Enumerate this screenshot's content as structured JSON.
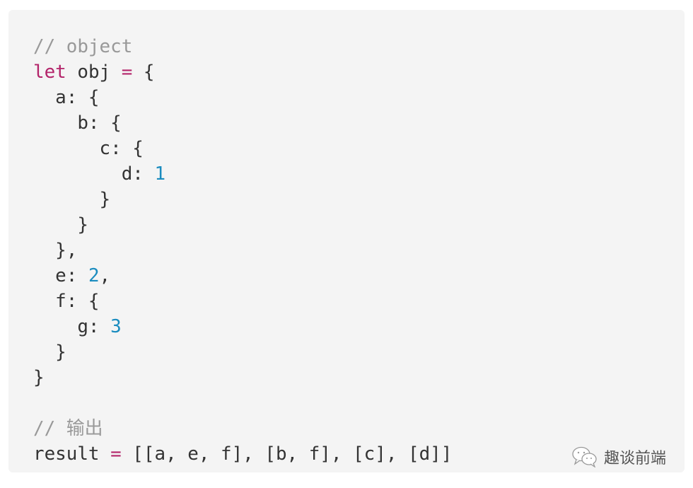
{
  "code": {
    "lines": [
      [
        {
          "t": "comment",
          "v": "// object"
        }
      ],
      [
        {
          "t": "keyword",
          "v": "let"
        },
        {
          "t": "plain",
          "v": " obj "
        },
        {
          "t": "operator",
          "v": "="
        },
        {
          "t": "plain",
          "v": " {"
        }
      ],
      [
        {
          "t": "plain",
          "v": "  a: {"
        }
      ],
      [
        {
          "t": "plain",
          "v": "    b: {"
        }
      ],
      [
        {
          "t": "plain",
          "v": "      c: {"
        }
      ],
      [
        {
          "t": "plain",
          "v": "        d: "
        },
        {
          "t": "number",
          "v": "1"
        }
      ],
      [
        {
          "t": "plain",
          "v": "      }"
        }
      ],
      [
        {
          "t": "plain",
          "v": "    }"
        }
      ],
      [
        {
          "t": "plain",
          "v": "  },"
        }
      ],
      [
        {
          "t": "plain",
          "v": "  e: "
        },
        {
          "t": "number",
          "v": "2"
        },
        {
          "t": "plain",
          "v": ","
        }
      ],
      [
        {
          "t": "plain",
          "v": "  f: {"
        }
      ],
      [
        {
          "t": "plain",
          "v": "    g: "
        },
        {
          "t": "number",
          "v": "3"
        }
      ],
      [
        {
          "t": "plain",
          "v": "  }"
        }
      ],
      [
        {
          "t": "plain",
          "v": "}"
        }
      ],
      [
        {
          "t": "plain",
          "v": ""
        }
      ],
      [
        {
          "t": "comment",
          "v": "// 输出"
        }
      ],
      [
        {
          "t": "plain",
          "v": "result "
        },
        {
          "t": "operator",
          "v": "="
        },
        {
          "t": "plain",
          "v": " [[a, e, f], [b, f], [c], [d]]"
        }
      ]
    ]
  },
  "watermark": {
    "text": "趣谈前端",
    "icon": "wechat-icon"
  }
}
